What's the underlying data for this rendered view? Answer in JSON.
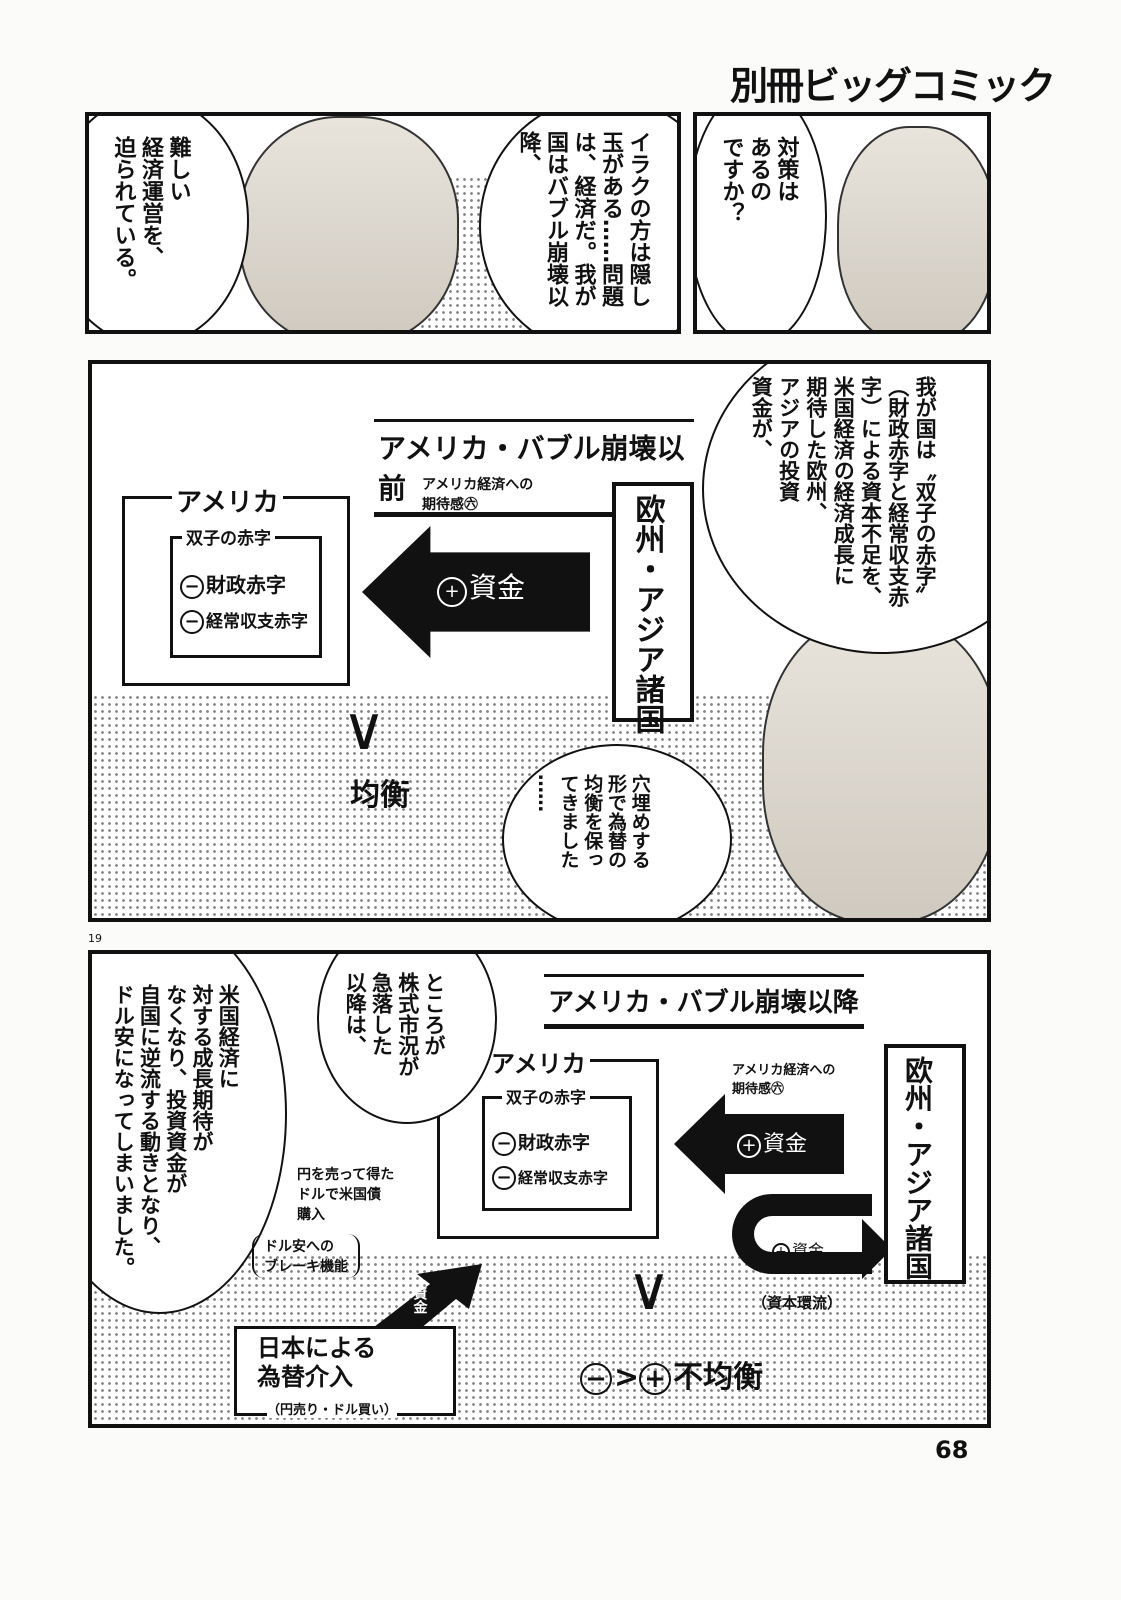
{
  "header": {
    "logo": "別冊ビッグコミック"
  },
  "panel1": {
    "speech_left": "難しい\n経済運営を、\n迫られている。",
    "speech_right": "イラクの方は隠し\n玉がある……問題\nは、経済だ。我が\n国はバブル崩壊以\n降、"
  },
  "panel2": {
    "speech": "対策は\nあるの\nですか？"
  },
  "panel3": {
    "title": "アメリカ・バブル崩壊以前",
    "america_label": "アメリカ",
    "twin_label": "双子の赤字",
    "deficit1": "財政赤字",
    "deficit2": "経常収支赤字",
    "expectation": "アメリカ経済への\n期待感㊅",
    "arrow_label": "資金",
    "region": "欧州・アジア諸国",
    "balance": "均衡",
    "speech_top": "我が国は〝双子の赤字〟\n（財政赤字と経常収支赤\n字）による資本不足を、\n米国経済の経済成長に\n期待した欧州、\nアジアの投資\n資金が、",
    "speech_bottom": "穴埋めする\n形で為替の\n均衡を保っ\nてきました\n……"
  },
  "panel_number": "19",
  "panel4": {
    "title": "アメリカ・バブル崩壊以降",
    "america_label": "アメリカ",
    "twin_label": "双子の赤字",
    "deficit1": "財政赤字",
    "deficit2": "経常収支赤字",
    "expectation": "アメリカ経済への\n期待感㊅",
    "arrow_label": "資金",
    "u_arrow_label": "資金",
    "region": "欧州・アジア諸国",
    "recycle": "（資本環流）",
    "yen_note": "円を売って得た\nドルで米国債\n購入",
    "brake": "ドル安への\nブレーキ機能",
    "diag_arrow_label": "資金",
    "intervention": "日本による\n為替介入",
    "intervention_sub": "（円売り・ドル買い）",
    "imbalance": "不均衡",
    "speech_left": "米国経済に\n対する成長期待が\nなくなり、投資資金が\n自国に逆流する動きとなり、\nドル安になってしまいました。",
    "speech_mid": "ところが\n株式市況が\n急落した\n以降は、"
  },
  "page_number": "68"
}
